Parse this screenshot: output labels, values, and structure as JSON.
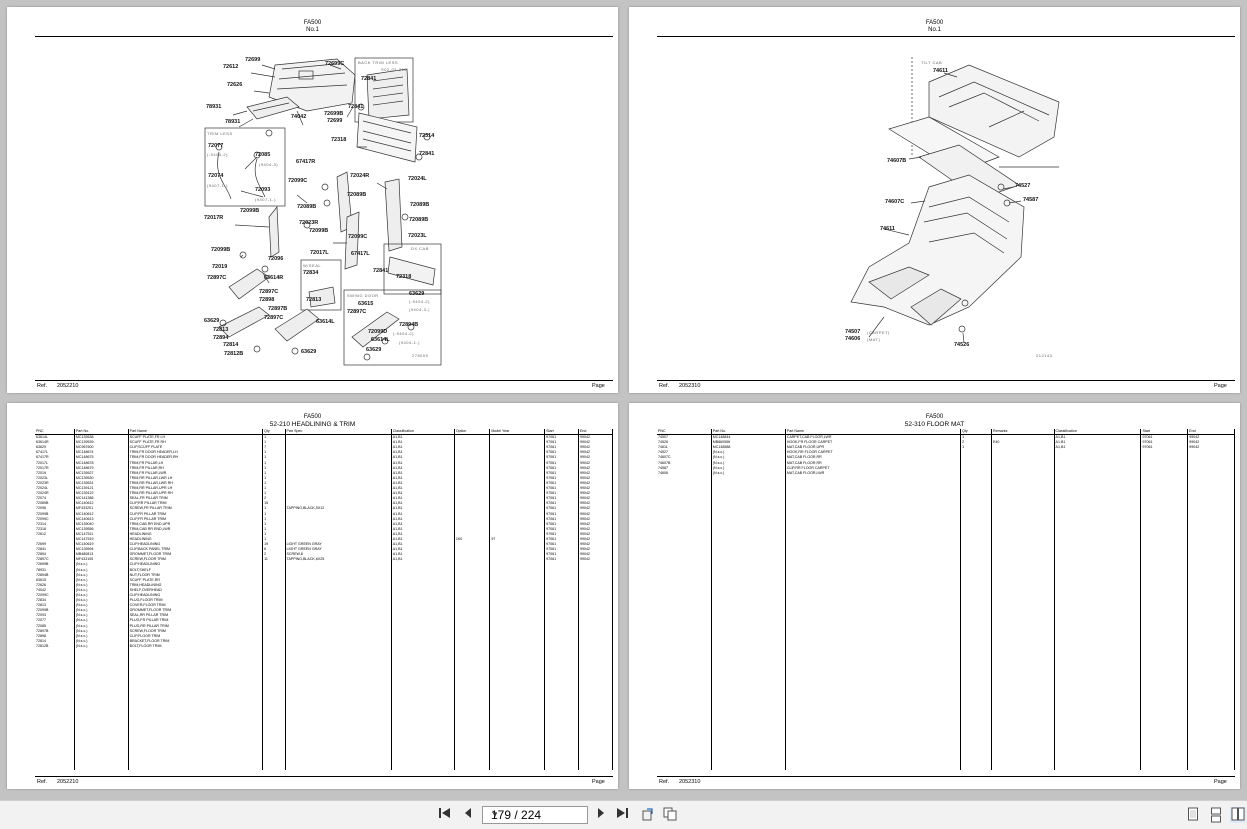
{
  "pages": [
    {
      "model": "FA500",
      "no": "No.1",
      "ref_label": "Ref.",
      "ref_value": "2052210",
      "page_label": "Page",
      "callouts": [
        "72699",
        "72612",
        "72626",
        "72699C",
        "72841",
        "78931",
        "78931",
        "74042",
        "72699B",
        "72699",
        "72841",
        "72077",
        "72085",
        "72318",
        "72314",
        "72841",
        "67417R",
        "72074",
        "72093",
        "72099C",
        "72024R",
        "72024L",
        "72089B",
        "72089B",
        "72017R",
        "72099B",
        "72089B",
        "72023R",
        "72089B",
        "72099B",
        "72099C",
        "72023L",
        "72099B",
        "72096",
        "72017L",
        "67417L",
        "72019",
        "72834",
        "72841",
        "72318",
        "72897C",
        "63614R",
        "72813",
        "72897C",
        "72898",
        "63629",
        "72897B",
        "63615",
        "72897C",
        "72894B",
        "63629",
        "63614L",
        "72897C",
        "72813",
        "72099D",
        "72894",
        "63614L",
        "72814",
        "63629",
        "72812B",
        "63629"
      ],
      "sublabels": [
        "BACK TRIM LESS",
        "S02-02-210",
        "TRIM LESS",
        "(-9404-2)",
        "(9404-3)",
        "(9407-1-)",
        "(9407-1-)",
        "DX CAB",
        "W/SEAL",
        "SWING DOOR",
        "(-9404-2)",
        "(9404-3-)",
        "(-9404-2)",
        "(9404-1-)",
        "278009"
      ]
    },
    {
      "model": "FA500",
      "no": "No.1",
      "ref_label": "Ref.",
      "ref_value": "2052310",
      "page_label": "Page",
      "callouts": [
        "74611",
        "74607B",
        "74527",
        "74587",
        "74607C",
        "74611",
        "74507",
        "74606",
        "74526"
      ],
      "sublabels": [
        "TILT CAB",
        "(CARPET)",
        "(MAT)",
        "212143"
      ]
    },
    {
      "model": "FA500",
      "title": "52-210 HEADLINING & TRIM",
      "ref_label": "Ref.",
      "ref_value": "2052210",
      "page_label": "Page",
      "columns": [
        "PNC",
        "Part No.",
        "Part Name",
        "Qty",
        "Part Spec",
        "Classification",
        "Option",
        "Model Year",
        "Start",
        "End"
      ],
      "rows": [
        [
          "63614L",
          "MC139538",
          "SCUFF PLATE,FR LH",
          "1",
          "",
          "A1,B1",
          "",
          "",
          "97061",
          "99042"
        ],
        [
          "63614R",
          "MC139539",
          "SCUFF PLATE,FR RH",
          "1",
          "",
          "A1,B1",
          "",
          "",
          "97061",
          "99042"
        ],
        [
          "63629",
          "MC967600",
          "CLIP,SCUFF PLATE",
          "7",
          "",
          "A1,B1",
          "",
          "",
          "97061",
          "99042"
        ],
        [
          "67417L",
          "MC148674",
          "TRIM,FR DOOR HEADER,LH",
          "1",
          "",
          "A1,B1",
          "",
          "",
          "97061",
          "99042"
        ],
        [
          "67417R",
          "MC148675",
          "TRIM,FR DOOR HEADER,RH",
          "1",
          "",
          "A1,B1",
          "",
          "",
          "97061",
          "99042"
        ],
        [
          "72017L",
          "MC148678",
          "TRIM,FR PILLAR,LH",
          "1",
          "",
          "A1,B1",
          "",
          "",
          "97061",
          "99042"
        ],
        [
          "72017R",
          "MC148679",
          "TRIM,FR PILLAR,RH",
          "1",
          "",
          "A1,B1",
          "",
          "",
          "97061",
          "99042"
        ],
        [
          "72019",
          "MC139527",
          "TRIM,FR PILLAR,LWR",
          "1",
          "",
          "A1,B1",
          "",
          "",
          "97061",
          "99042"
        ],
        [
          "72023L",
          "MC139530",
          "TRIM,RR PILLAR,LWR LH",
          "1",
          "",
          "A1,B1",
          "",
          "",
          "97061",
          "99042"
        ],
        [
          "72023R",
          "MC139531",
          "TRIM,RR PILLAR,LWR RH",
          "1",
          "",
          "A1,B1",
          "",
          "",
          "97061",
          "99042"
        ],
        [
          "72024L",
          "MC139121",
          "TRIM,RR PILLAR,UPR LH",
          "1",
          "",
          "A1,B1",
          "",
          "",
          "97061",
          "99042"
        ],
        [
          "72024R",
          "MC139122",
          "TRIM,RR PILLAR,UPR RH",
          "1",
          "",
          "A1,B1",
          "",
          "",
          "97061",
          "99042"
        ],
        [
          "72074",
          "MC141386",
          "SEAL,FR PILLAR TRIM",
          "2",
          "",
          "A1,B1",
          "",
          "",
          "97061",
          "99042"
        ],
        [
          "72089B",
          "MC140612",
          "CLIP,RR PILLAR TRIM",
          "15",
          "",
          "A1,B1",
          "",
          "",
          "97061",
          "99042"
        ],
        [
          "72096",
          "MF433201",
          "SCREW,FR PILLAR TRIM",
          "1",
          "TAPPING,BLACK,5X12",
          "A1,B1",
          "",
          "",
          "97061",
          "99042"
        ],
        [
          "72099B",
          "MC140612",
          "CLIP,FR PILLAR TRIM",
          "1",
          "",
          "A1,B1",
          "",
          "",
          "97061",
          "99042"
        ],
        [
          "72099C",
          "MC140613",
          "CLIP,FR PILLAR TRIM",
          "1",
          "",
          "A1,B1",
          "",
          "",
          "97061",
          "99042"
        ],
        [
          "72314",
          "MC139040",
          "TRIM,CAB RR END,UPR",
          "1",
          "",
          "A1,B1",
          "",
          "",
          "97061",
          "99042"
        ],
        [
          "72318",
          "MC139556",
          "TRIM,CAB RR END,LWR",
          "1",
          "",
          "A1,B1",
          "",
          "",
          "97061",
          "99042"
        ],
        [
          "72612",
          "MC147511",
          "HEADLINING",
          "1",
          "",
          "A1,B1",
          "",
          "",
          "97061",
          "99042"
        ],
        [
          "",
          "MC147519",
          "HEADLINING",
          "1",
          "",
          "A1,B1",
          "1K0",
          "97",
          "97061",
          "99042"
        ],
        [
          "72699",
          "MC140619",
          "CLIP,HEADLINING",
          "19",
          "LIGHT GREEN GRAY",
          "A1,B1",
          "",
          "",
          "97061",
          "99042"
        ],
        [
          "72841",
          "MC139594",
          "CLIP,BACK PANEL TRIM",
          "6",
          "LIGHT GREEN GRAY",
          "A1,B1",
          "",
          "",
          "97061",
          "99042"
        ],
        [
          "72894",
          "MB480813",
          "GROMMET,FLOOR TRIM",
          "2",
          "SCREW,8",
          "A1,B1",
          "",
          "",
          "97061",
          "99042"
        ],
        [
          "72897C",
          "MF433105",
          "SCREW,FLOOR TRIM",
          "11",
          "TAPPING,BLACK,6X25",
          "A1,B1",
          "",
          "",
          "97061",
          "99042"
        ],
        [
          "72699B",
          "(N.s.c.)",
          "CLIP,HEADLINING",
          "",
          "",
          "",
          "",
          "",
          "",
          ""
        ],
        [
          "78931",
          "(N.s.c.)",
          "BOLT,SHELF",
          "",
          "",
          "",
          "",
          "",
          "",
          ""
        ],
        [
          "72894B",
          "(N.s.c.)",
          "NUT,FLOOR TRIM",
          "",
          "",
          "",
          "",
          "",
          "",
          ""
        ],
        [
          "63615",
          "(N.s.c.)",
          "SCUFF PLATE,RR",
          "",
          "",
          "",
          "",
          "",
          "",
          ""
        ],
        [
          "72626",
          "(N.s.c.)",
          "TRIM,HEADLINING",
          "",
          "",
          "",
          "",
          "",
          "",
          ""
        ],
        [
          "74042",
          "(N.s.c.)",
          "SHELF,OVERHEAD",
          "",
          "",
          "",
          "",
          "",
          "",
          ""
        ],
        [
          "72099C",
          "(N.s.c.)",
          "CLIP,HEADLINING",
          "",
          "",
          "",
          "",
          "",
          "",
          ""
        ],
        [
          "72834",
          "(N.s.c.)",
          "PLUG,FLOOR TRIM",
          "",
          "",
          "",
          "",
          "",
          "",
          ""
        ],
        [
          "72813",
          "(N.s.c.)",
          "COVER,FLOOR TRIM",
          "",
          "",
          "",
          "",
          "",
          "",
          ""
        ],
        [
          "72099B",
          "(N.s.c.)",
          "GROMMET,FLOOR TRIM",
          "",
          "",
          "",
          "",
          "",
          "",
          ""
        ],
        [
          "72093",
          "(N.s.c.)",
          "SEAL,RR PILLAR TRIM",
          "",
          "",
          "",
          "",
          "",
          "",
          ""
        ],
        [
          "72077",
          "(N.s.c.)",
          "PLUG,FR PILLAR TRIM",
          "",
          "",
          "",
          "",
          "",
          "",
          ""
        ],
        [
          "72085",
          "(N.s.c.)",
          "PLUG,RR PILLAR TRIM",
          "",
          "",
          "",
          "",
          "",
          "",
          ""
        ],
        [
          "72897B",
          "(N.s.c.)",
          "SCREW,FLOOR TRIM",
          "",
          "",
          "",
          "",
          "",
          "",
          ""
        ],
        [
          "72898",
          "(N.s.c.)",
          "CLIP,FLOOR TRIM",
          "",
          "",
          "",
          "",
          "",
          "",
          ""
        ],
        [
          "72814",
          "(N.s.c.)",
          "BRACKET,FLOOR TRIM",
          "",
          "",
          "",
          "",
          "",
          "",
          ""
        ],
        [
          "72812B",
          "(N.s.c.)",
          "BOLT,FLOOR TRIM",
          "",
          "",
          "",
          "",
          "",
          "",
          ""
        ]
      ]
    },
    {
      "model": "FA500",
      "title": "52-310 FLOOR MAT",
      "ref_label": "Ref.",
      "ref_value": "2052310",
      "page_label": "Page",
      "columns": [
        "PNC",
        "Part No.",
        "Part Name",
        "Qty",
        "Remarks",
        "Classification",
        "Start",
        "End"
      ],
      "rows": [
        [
          "74507",
          "MC148844",
          "CARPET,CAB FLOOR,LWR",
          "1",
          "",
          "A1,B1",
          "97061",
          "99042"
        ],
        [
          "74526",
          "MB860556",
          "HOOK,FR FLOOR CARPET",
          "2",
          "E40",
          "A1,B1",
          "97061",
          "99042"
        ],
        [
          "74611",
          "MC148588",
          "MAT,CAB FLOOR,UPR",
          "1",
          "",
          "A1,B1",
          "97061",
          "99042"
        ],
        [
          "74527",
          "(N.s.c.)",
          "HOOK,RR FLOOR CARPET",
          "",
          "",
          "",
          "",
          ""
        ],
        [
          "74607C",
          "(N.s.c.)",
          "MAT,CAB FLOOR,RR",
          "",
          "",
          "",
          "",
          ""
        ],
        [
          "74607B",
          "(N.s.c.)",
          "MAT,CAB FLOOR,RR",
          "",
          "",
          "",
          "",
          ""
        ],
        [
          "74587",
          "(N.s.c.)",
          "CLIP,RR FLOOR CARPET",
          "",
          "",
          "",
          "",
          ""
        ],
        [
          "74606",
          "(N.s.c.)",
          "MAT,CAB FLOOR,LWR",
          "",
          "",
          "",
          "",
          ""
        ]
      ]
    }
  ],
  "toolbar": {
    "page_display": "179 / 224",
    "icons": [
      "first-page-icon",
      "prev-page-icon",
      "next-page-icon",
      "last-page-icon",
      "rotate-icon",
      "copy-icon",
      "single-page-icon",
      "continuous-icon",
      "two-page-icon"
    ]
  }
}
